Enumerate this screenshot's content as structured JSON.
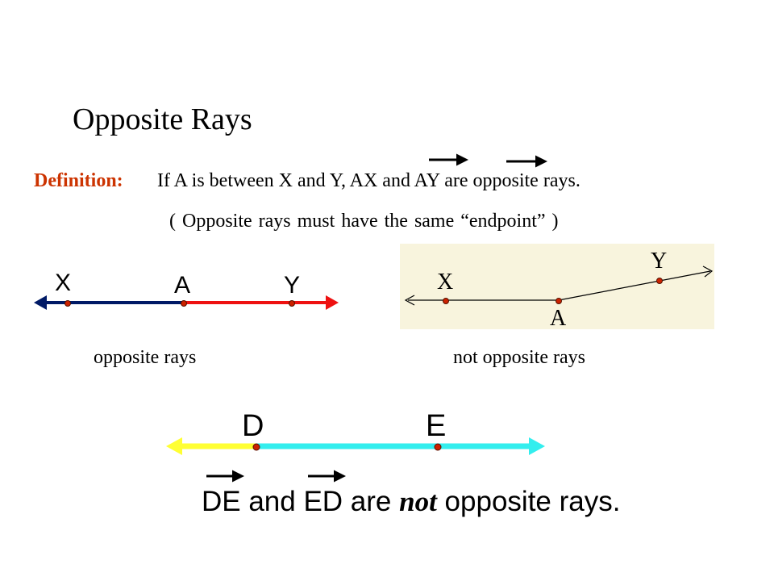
{
  "title": "Opposite Rays",
  "definition": {
    "label": "Definition:",
    "text": "If A is between X and Y, AX and AY are opposite rays.",
    "note": "( Opposite rays must have the same “endpoint” )"
  },
  "left_figure": {
    "points": [
      "X",
      "A",
      "Y"
    ],
    "caption": "opposite rays",
    "colors": {
      "left_ray": "#001a66",
      "right_ray": "#ee1111",
      "point": "#cc2200"
    }
  },
  "right_figure": {
    "points": [
      "X",
      "A",
      "Y"
    ],
    "caption": "not opposite rays",
    "background": "#f8f4dd"
  },
  "bottom_figure": {
    "points": [
      "D",
      "E"
    ],
    "colors": {
      "left_ray": "#ffff33",
      "segment": "#33eeee"
    },
    "statement": {
      "part1": "DE and ED are ",
      "emphasis": "not",
      "part2": " opposite rays."
    }
  }
}
